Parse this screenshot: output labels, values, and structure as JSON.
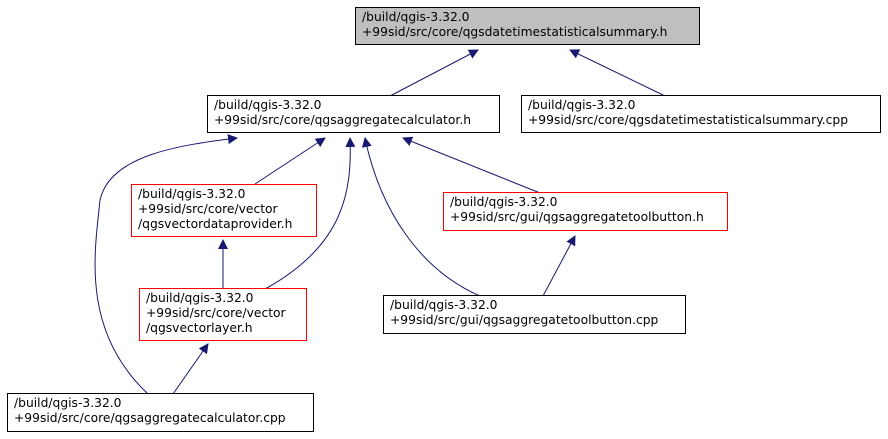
{
  "colors": {
    "edge": "#191970",
    "red_border": "#ff0000",
    "current_fill": "#bfbfbf",
    "normal_border": "#000000"
  },
  "nodes": {
    "datetime_h": {
      "lines": [
        "/build/qgis-3.32.0",
        "+99sid/src/core/qgsdatetimestatisticalsummary.h"
      ]
    },
    "aggcalc_h": {
      "lines": [
        "/build/qgis-3.32.0",
        "+99sid/src/core/qgsaggregatecalculator.h"
      ]
    },
    "datetime_cpp": {
      "lines": [
        "/build/qgis-3.32.0",
        "+99sid/src/core/qgsdatetimestatisticalsummary.cpp"
      ]
    },
    "vectordataprovider_h": {
      "lines": [
        "/build/qgis-3.32.0",
        "+99sid/src/core/vector",
        "/qgsvectordataprovider.h"
      ]
    },
    "aggtoolbutton_h": {
      "lines": [
        "/build/qgis-3.32.0",
        "+99sid/src/gui/qgsaggregatetoolbutton.h"
      ]
    },
    "vectorlayer_h": {
      "lines": [
        "/build/qgis-3.32.0",
        "+99sid/src/core/vector",
        "/qgsvectorlayer.h"
      ]
    },
    "aggtoolbutton_cpp": {
      "lines": [
        "/build/qgis-3.32.0",
        "+99sid/src/gui/qgsaggregatetoolbutton.cpp"
      ]
    },
    "aggcalc_cpp": {
      "lines": [
        "/build/qgis-3.32.0",
        "+99sid/src/core/qgsaggregatecalculator.cpp"
      ]
    }
  }
}
